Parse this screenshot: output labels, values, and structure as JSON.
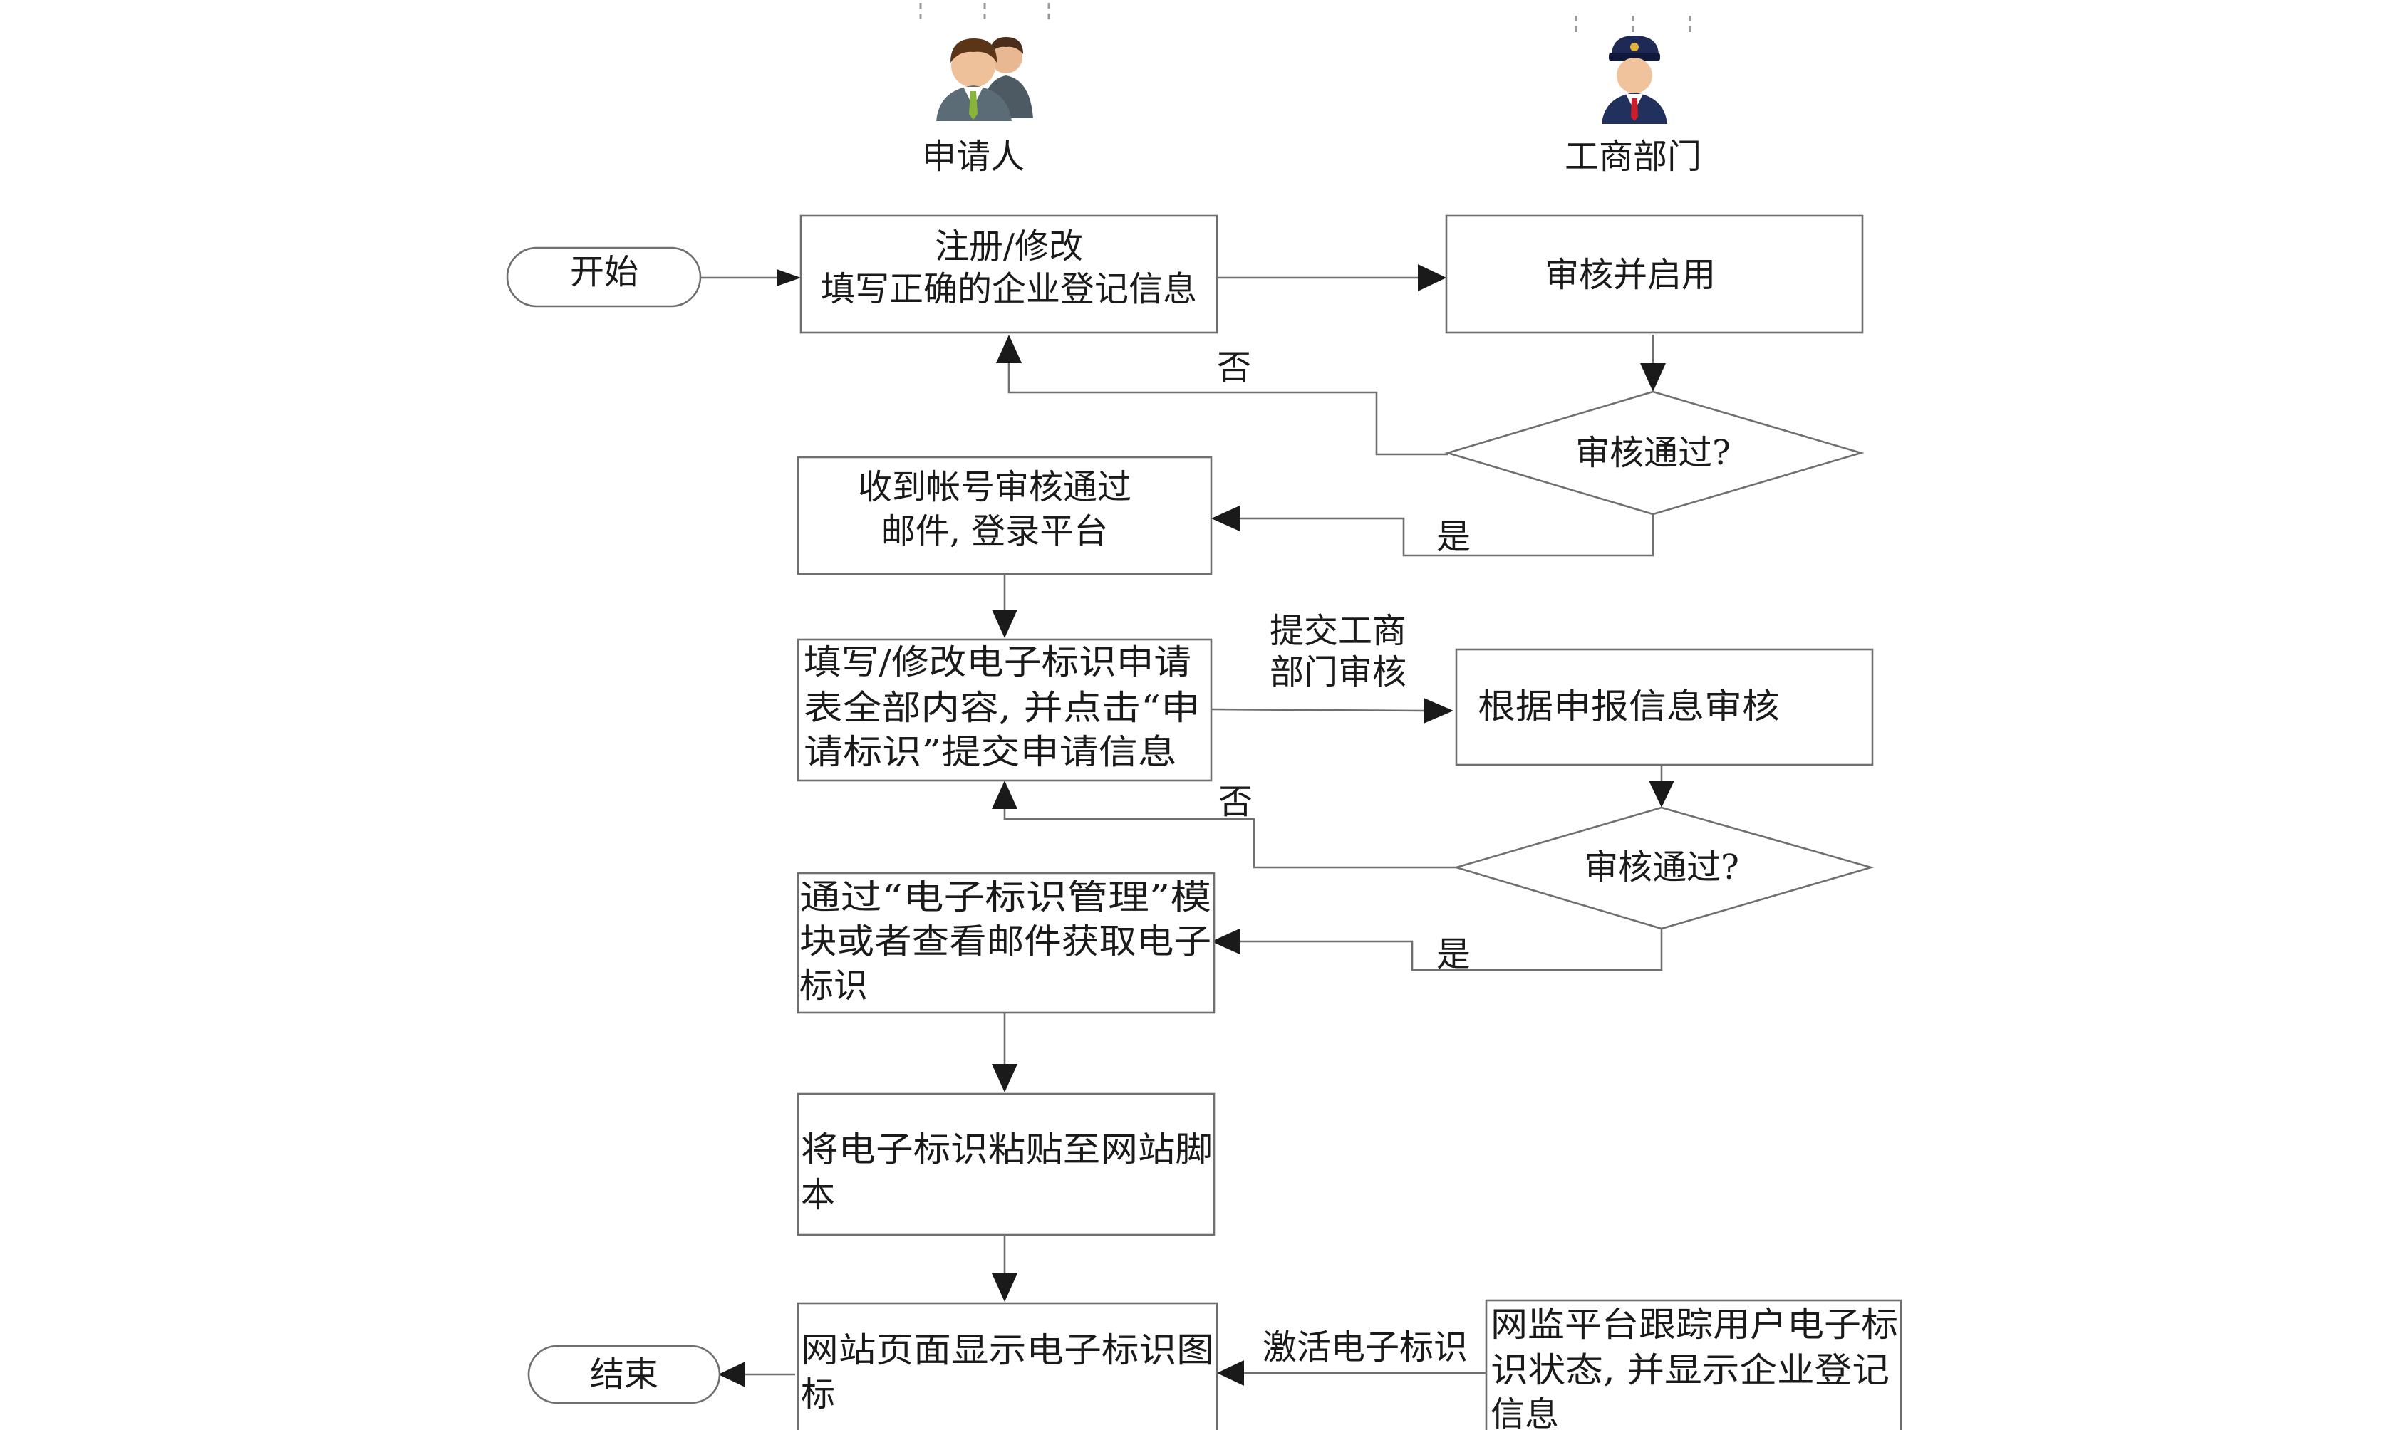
{
  "roles": {
    "applicant": "申请人",
    "agency": "工商部门"
  },
  "nodes": {
    "start": "开始",
    "register": [
      "注册/修改",
      "填写正确的企业登记信息"
    ],
    "review_enable": "审核并启用",
    "decision1": "审核通过?",
    "receive_email": [
      "收到帐号审核通过",
      "邮件, 登录平台"
    ],
    "fill_application": [
      "填写/修改电子标识申请",
      "表全部内容, 并点击“申",
      "请标识”提交申请信息"
    ],
    "review_by_info": "根据申报信息审核",
    "decision2": "审核通过?",
    "obtain_id": [
      "通过“电子标识管理”模",
      "块或者查看邮件获取电子",
      "标识"
    ],
    "paste_script": [
      "将电子标识粘贴至网站脚",
      "本"
    ],
    "display_icon": [
      "网站页面显示电子标识图",
      "标"
    ],
    "track_status": [
      "网监平台跟踪用户电子标",
      "识状态, 并显示企业登记",
      "信息"
    ],
    "end": "结束"
  },
  "edge_labels": {
    "no1": "否",
    "yes1": "是",
    "submit": [
      "提交工商",
      "部门审核"
    ],
    "no2": "否",
    "yes2": "是",
    "activate": "激活电子标识"
  },
  "icons": {
    "applicant": "people-icon",
    "agency": "officer-icon"
  },
  "colors": {
    "line": "#6f6f6f",
    "text": "#1a1a1a",
    "background": "#ffffff"
  }
}
